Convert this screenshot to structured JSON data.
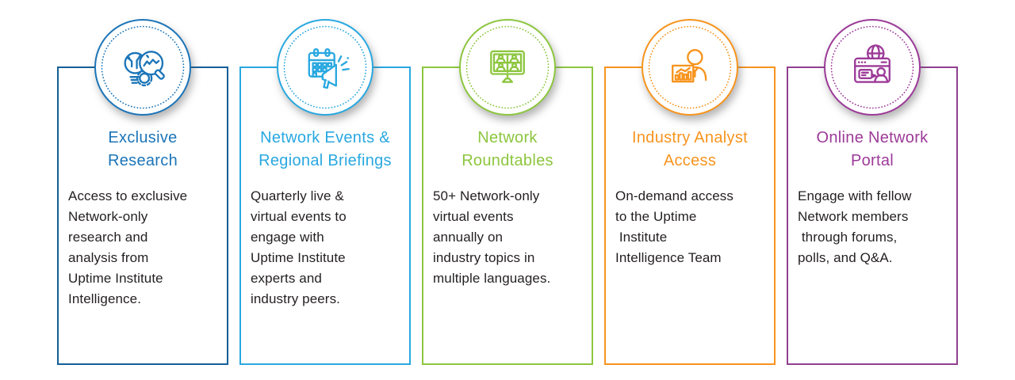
{
  "page": {
    "background_color": "#ffffff"
  },
  "cards": [
    {
      "id": "exclusive-research",
      "icon": "research-icon",
      "title": "Exclusive\nResearch",
      "description": "Access to exclusive\nNetwork-only\nresearch and\nanalysis from\nUptime Institute\nIntelligence.",
      "accent_color": "#1c75b8",
      "border_color": "#135f98"
    },
    {
      "id": "network-events-regional-briefings",
      "icon": "events-icon",
      "title": "Network Events &\nRegional Briefings",
      "description": "Quarterly live &\nvirtual events to\nengage with\nUptime Institute\nexperts and\nindustry peers.",
      "accent_color": "#29a8e0",
      "border_color": "#29a8e0"
    },
    {
      "id": "network-roundtables",
      "icon": "video-call-icon",
      "title": "Network\nRoundtables",
      "description": "50+ Network-only\nvirtual events\nannually on\nindustry topics in\nmultiple languages.",
      "accent_color": "#8dc63f",
      "border_color": "#8dc63f"
    },
    {
      "id": "industry-analyst-access",
      "icon": "analyst-icon",
      "title": "Industry Analyst\nAccess",
      "description": "On-demand access\nto the Uptime\n Institute\nIntelligence Team",
      "accent_color": "#f7941e",
      "border_color": "#f7941e"
    },
    {
      "id": "online-network-portal",
      "icon": "portal-icon",
      "title": "Online Network\nPortal",
      "description": "Engage with fellow\nNetwork members\n through forums,\npolls, and Q&A.",
      "accent_color": "#9c3a98",
      "border_color": "#90408f"
    }
  ]
}
